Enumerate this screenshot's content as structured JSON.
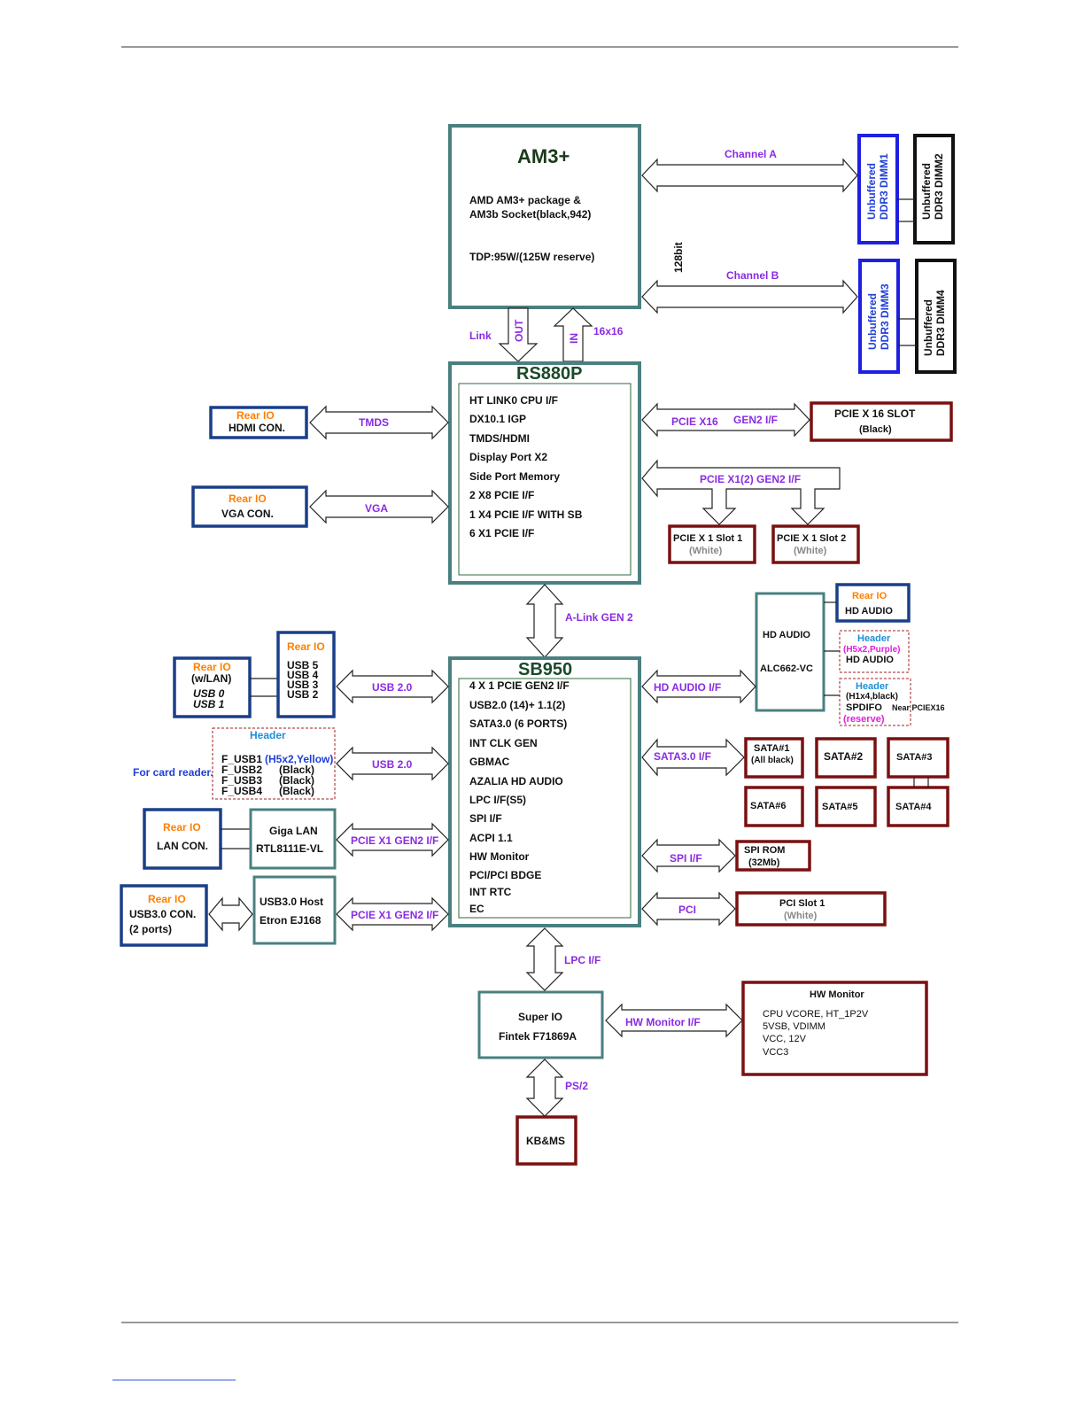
{
  "cpu": {
    "title": "AM3+",
    "line1": "AMD AM3+ package &",
    "line2": "AM3b Socket(black,942)",
    "line3": "TDP:95W/(125W reserve)"
  },
  "memory": {
    "channel_a": "Channel A",
    "channel_b": "Channel B",
    "bus_width": "128bit",
    "dimm1_l1": "Unbuffered",
    "dimm1_l2": "DDR3  DIMM1",
    "dimm2_l1": "Unbuffered",
    "dimm2_l2": "DDR3  DIMM2",
    "dimm3_l1": "Unbuffered",
    "dimm3_l2": "DDR3  DIMM3",
    "dimm4_l1": "Unbuffered",
    "dimm4_l2": "DDR3  DIMM4"
  },
  "ht": {
    "link": "Link",
    "out": "OUT",
    "in": "IN",
    "width": "16x16"
  },
  "northbridge": {
    "title": "RS880P",
    "features": [
      "HT LINK0 CPU I/F",
      "DX10.1 IGP",
      "TMDS/HDMI",
      "Display Port X2",
      "Side Port Memory",
      "2 X8 PCIE I/F",
      "1 X4 PCIE I/F WITH SB",
      "6 X1 PCIE I/F"
    ]
  },
  "hdmi": {
    "rear": "Rear IO",
    "name": "HDMI CON.",
    "bus": "TMDS"
  },
  "vga": {
    "rear": "Rear IO",
    "name": "VGA CON.",
    "bus": "VGA"
  },
  "pcie16": {
    "bus1": "PCIE X16",
    "bus2": "GEN2 I/F",
    "name": "PCIE X 16  SLOT",
    "sub": "(Black)"
  },
  "pcie1": {
    "bus": "PCIE X1(2) GEN2 I/F",
    "slot1": "PCIE X 1 Slot 1",
    "slot1_sub": "(White)",
    "slot2": "PCIE X 1 Slot 2",
    "slot2_sub": "(White)"
  },
  "alink": "A-Link GEN 2",
  "southbridge": {
    "title": "SB950",
    "features": [
      "4 X 1 PCIE GEN2 I/F",
      "USB2.0 (14)+ 1.1(2)",
      "SATA3.0  (6 PORTS)",
      "INT CLK GEN",
      "GBMAC",
      "AZALIA HD AUDIO",
      "LPC I/F(S5)",
      "SPI I/F",
      "ACPI 1.1",
      "HW Monitor",
      "PCI/PCI BDGE",
      "INT RTC",
      "EC"
    ]
  },
  "audio": {
    "rear": "Rear IO",
    "rear_name": "HD AUDIO",
    "codec1": "HD AUDIO",
    "codec2": "ALC662-VC",
    "bus": "HD AUDIO I/F",
    "header1": "Header",
    "header1_sub": "(H5x2,Purple)",
    "header1_name": "HD AUDIO",
    "header2": "Header",
    "header2_sub": "(H1x4,black)",
    "header2_name": "SPDIFO",
    "header2_near": "Near PCIEX16",
    "header2_res": "(reserve)"
  },
  "usb_rear": {
    "rear": "Rear IO",
    "lan": "(w/LAN)",
    "usb0": "USB 0",
    "usb1": "USB 1",
    "rear2": "Rear IO",
    "usb5": "USB 5",
    "usb4": "USB 4",
    "usb3": "USB 3",
    "usb2": "USB 2",
    "bus": "USB 2.0"
  },
  "usb_header": {
    "title": "Header",
    "f1": "F_USB1",
    "f1_note": "(H5x2,Yellow)",
    "f2": "F_USB2",
    "f3": "F_USB3",
    "f4": "F_USB4",
    "black": "(Black)",
    "card": "For card reader.",
    "bus": "USB 2.0"
  },
  "sata": {
    "bus": "SATA3.0 I/F",
    "s1": "SATA#1",
    "s1_sub": "(All black)",
    "s2": "SATA#2",
    "s3": "SATA#3",
    "s4": "SATA#4",
    "s5": "SATA#5",
    "s6": "SATA#6"
  },
  "lan": {
    "rear": "Rear IO",
    "name": "LAN CON.",
    "chip1": "Giga LAN",
    "chip2": "RTL8111E-VL",
    "bus": "PCIE X1 GEN2 I/F"
  },
  "usb3": {
    "rear": "Rear IO",
    "name": "USB3.0 CON.",
    "ports": "(2 ports)",
    "chip1": "USB3.0 Host",
    "chip2": "Etron    EJ168",
    "bus": "PCIE X1 GEN2 I/F"
  },
  "spi": {
    "bus": "SPI  I/F",
    "name": "SPI ROM",
    "size": "(32Mb)"
  },
  "pci": {
    "bus": "PCI",
    "name": "PCI Slot 1",
    "sub": "(White)"
  },
  "lpc": "LPC I/F",
  "superio": {
    "l1": "Super IO",
    "l2": "Fintek F71869A",
    "bus": "HW Monitor I/F"
  },
  "hwmon": {
    "title": "HW Monitor",
    "l1": "CPU VCORE, HT_1P2V",
    "l2": "5VSB, VDIMM",
    "l3": "VCC, 12V",
    "l4": "VCC3"
  },
  "ps2": {
    "bus": "PS/2",
    "name": "KB&MS"
  }
}
